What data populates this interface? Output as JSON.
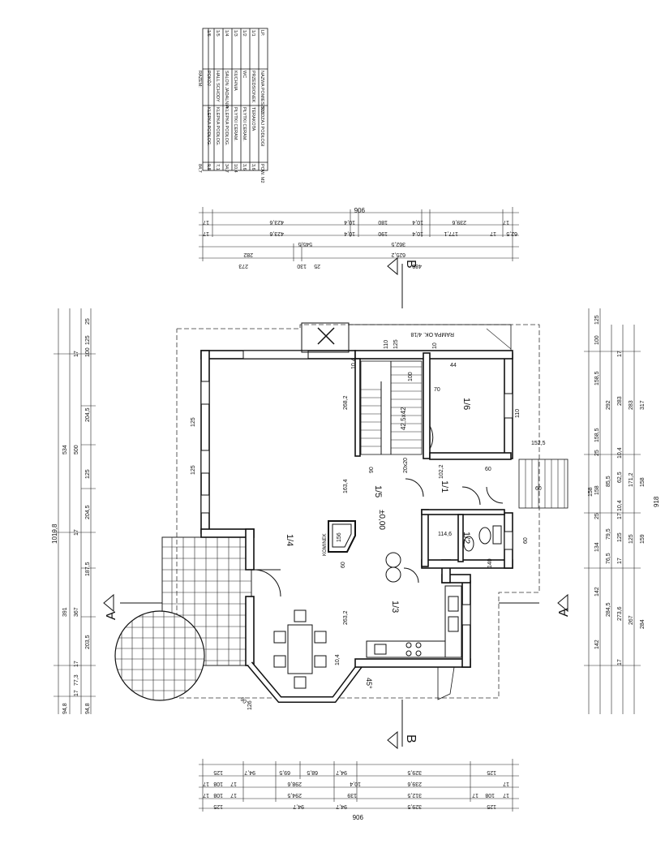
{
  "room_table": {
    "headers": [
      "LP.",
      "NAZWA POMIESZCZ.",
      "RODZAJ PODŁOGI",
      "POW. M2"
    ],
    "rows": [
      [
        "1/1",
        "PRZEDSIONEK",
        "TERAKOTA",
        "3,6"
      ],
      [
        "1/2",
        "WC",
        "PŁYTKI CERAM.",
        "3,6"
      ],
      [
        "1/3",
        "KUCHNIA",
        "PŁYTKI CERAM.",
        "10,4"
      ],
      [
        "1/4",
        "SALON JADALNIA",
        "KLEPKA PODŁOG.",
        "34,7"
      ],
      [
        "1/5",
        "HALL SCHODY",
        "KLEPKA PODŁOG.",
        "7,1"
      ],
      [
        "1/6",
        "POKÓJ",
        "KLEPKA PODŁOG.",
        "9,8"
      ],
      [
        "",
        "RAZEM:",
        "",
        "84,7"
      ]
    ]
  },
  "rooms": [
    "1/1",
    "1/2",
    "1/3",
    "1/4",
    "1/5",
    "1/6"
  ],
  "level": "±0,00",
  "section_marks": {
    "a": "A",
    "b": "B"
  },
  "labels": {
    "ramp": "RAMPA OK. 4/18",
    "fireplace": "KOMINEK",
    "angle": "45°",
    "stair_window": "42,5x42"
  },
  "dims_top": {
    "total": "906",
    "row1": [
      "17",
      "423,6",
      "10,4",
      "180",
      "10,4",
      "239,6",
      "17"
    ],
    "row2": [
      "17",
      "423,6",
      "10,4",
      "190",
      "10,4",
      "177,1",
      "17",
      "62,5"
    ],
    "row3": [
      "362,5",
      "545,5"
    ],
    "row4": [
      "282",
      "625,2"
    ],
    "row5": [
      "273",
      "130",
      "25",
      "480"
    ]
  },
  "dims_bottom": {
    "total": "906",
    "row1": [
      "125",
      "94,7",
      "69,5",
      "68,5",
      "94,7",
      "329,5",
      "125"
    ],
    "row2": [
      "17",
      "108",
      "17",
      "298,6",
      "10,4",
      "239,6",
      "17"
    ],
    "row3": [
      "17",
      "108",
      "17",
      "294,5",
      "139",
      "312,5",
      "17",
      "108",
      "17"
    ],
    "row4": [
      "125",
      "94,7",
      "94,7",
      "329,5",
      "125"
    ]
  },
  "dims_left": {
    "total": "1019,8",
    "col1": [
      "25",
      "125",
      "100",
      "204,5",
      "125",
      "204,5",
      "187,5",
      "203,5",
      "94,8"
    ],
    "col2": [
      "17",
      "500",
      "17",
      "367",
      "17",
      "77,3",
      "17"
    ],
    "col3": [
      "534",
      "391",
      "94,8"
    ]
  },
  "dims_right": {
    "total": "918",
    "col1": [
      "125",
      "100",
      "158,5",
      "158,5",
      "25",
      "158",
      "25",
      "134",
      "142",
      "142"
    ],
    "col2": [
      "292",
      "85,5",
      "79,5",
      "76,5",
      "284,5"
    ],
    "col3": [
      "17",
      "283",
      "10,4",
      "62,5",
      "10,4",
      "17",
      "125",
      "17",
      "273,6",
      "17"
    ],
    "col4": [
      "283",
      "171,2",
      "125",
      "267"
    ],
    "col5": [
      "317",
      "158",
      "159",
      "284"
    ]
  },
  "interior_dims": [
    "268,2",
    "163,4",
    "263,2",
    "10,4",
    "102,2",
    "114,6",
    "156",
    "158",
    "152,5",
    "70",
    "44",
    "100",
    "110",
    "125",
    "90",
    "10",
    "60",
    "20x20",
    "90",
    "126",
    "10,4",
    "110",
    "125",
    "125",
    "140",
    "60",
    "60",
    "60"
  ]
}
